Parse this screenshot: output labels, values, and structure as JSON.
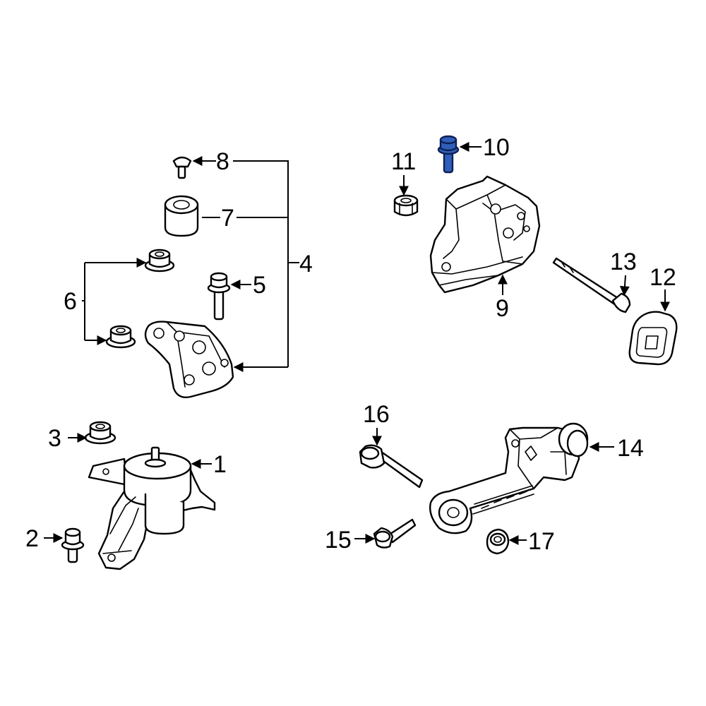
{
  "diagram": {
    "highlight_color": "#2f5fb8",
    "callouts": {
      "c1": "1",
      "c2": "2",
      "c3": "3",
      "c4": "4",
      "c5": "5",
      "c6": "6",
      "c7": "7",
      "c8": "8",
      "c9": "9",
      "c10": "10",
      "c11": "11",
      "c12": "12",
      "c13": "13",
      "c14": "14",
      "c15": "15",
      "c16": "16",
      "c17": "17"
    }
  }
}
